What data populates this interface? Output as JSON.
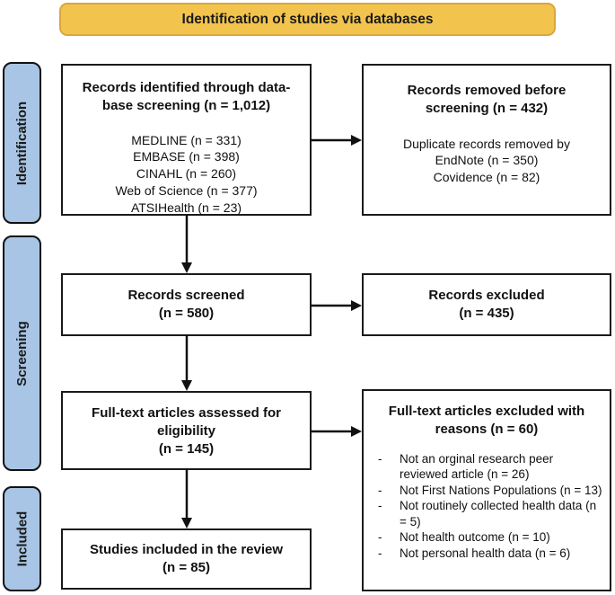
{
  "banner": {
    "label": "Identification of studies via databases"
  },
  "colors": {
    "banner_fill": "#F2C44D",
    "banner_border": "#D8A73E",
    "stage_fill": "#A8C5E5",
    "line": "#111111"
  },
  "stages": {
    "identification": "Identification",
    "screening": "Screening",
    "included": "Included"
  },
  "boxes": {
    "identified": {
      "title": [
        "Records identified through data-",
        "base screening (n = 1,012)"
      ],
      "sources": [
        "MEDLINE (n = 331)",
        "EMBASE (n = 398)",
        "CINAHL (n = 260)",
        "Web of Science (n = 377)",
        "ATSIHealth (n = 23)"
      ]
    },
    "removed": {
      "title": [
        "Records removed before",
        "screening (n = 432)"
      ],
      "body": [
        "Duplicate records removed by",
        "EndNote (n = 350)",
        "Covidence (n = 82)"
      ]
    },
    "screened": {
      "title": [
        "Records screened",
        "(n = 580)"
      ]
    },
    "excluded": {
      "title": [
        "Records excluded",
        "(n = 435)"
      ]
    },
    "fulltext": {
      "title": [
        "Full-text articles assessed for",
        "eligibility",
        "(n = 145)"
      ]
    },
    "fulltext_excluded": {
      "title": [
        "Full-text articles excluded with",
        "reasons (n = 60)"
      ],
      "bullet": "-",
      "reasons": [
        "Not an orginal research peer reviewed article (n = 26)",
        "Not First Nations Populations (n = 13)",
        "Not routinely collected health data (n = 5)",
        "Not health outcome (n = 10)",
        "Not personal health data (n = 6)"
      ]
    },
    "included_box": {
      "title": [
        "Studies included in the review",
        "(n = 85)"
      ]
    }
  }
}
